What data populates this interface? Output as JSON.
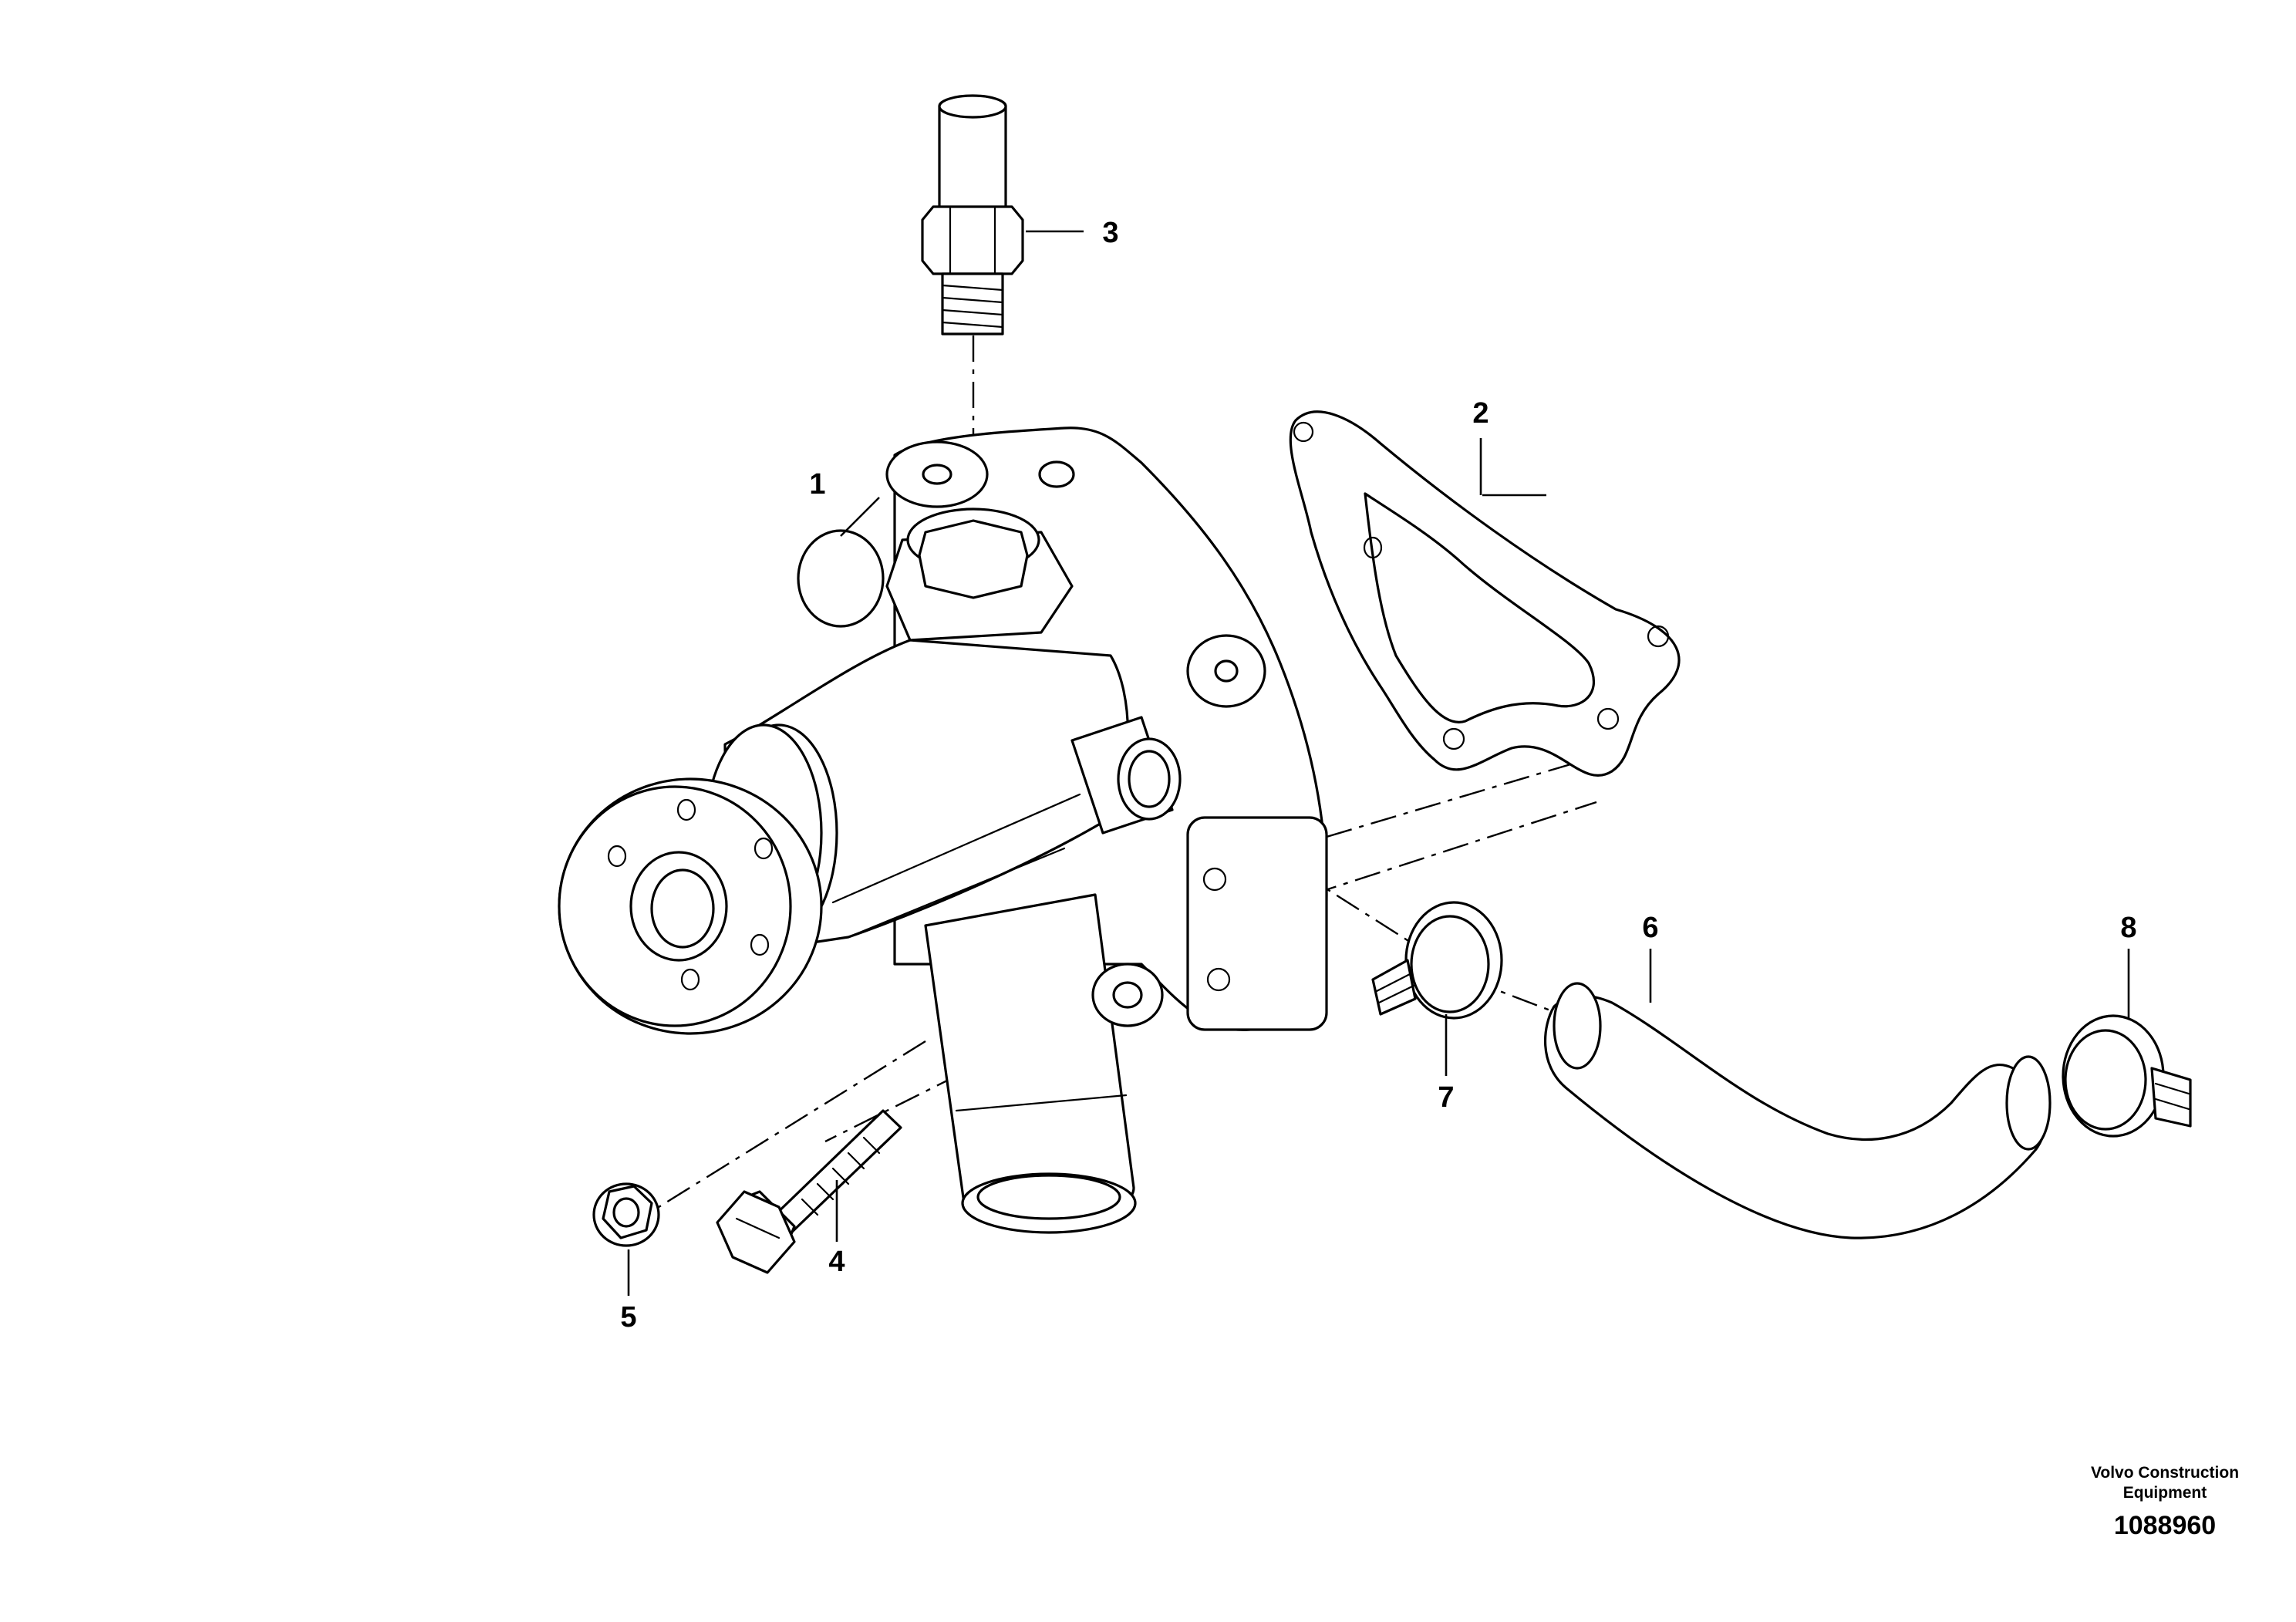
{
  "callouts": {
    "pump": "1",
    "gasket": "2",
    "fitting": "3",
    "bolt": "4",
    "nut": "5",
    "hose": "6",
    "clamp_left": "7",
    "clamp_right": "8"
  },
  "caption": {
    "brand": "Volvo Construction Equipment",
    "doc_number": "1088960"
  }
}
